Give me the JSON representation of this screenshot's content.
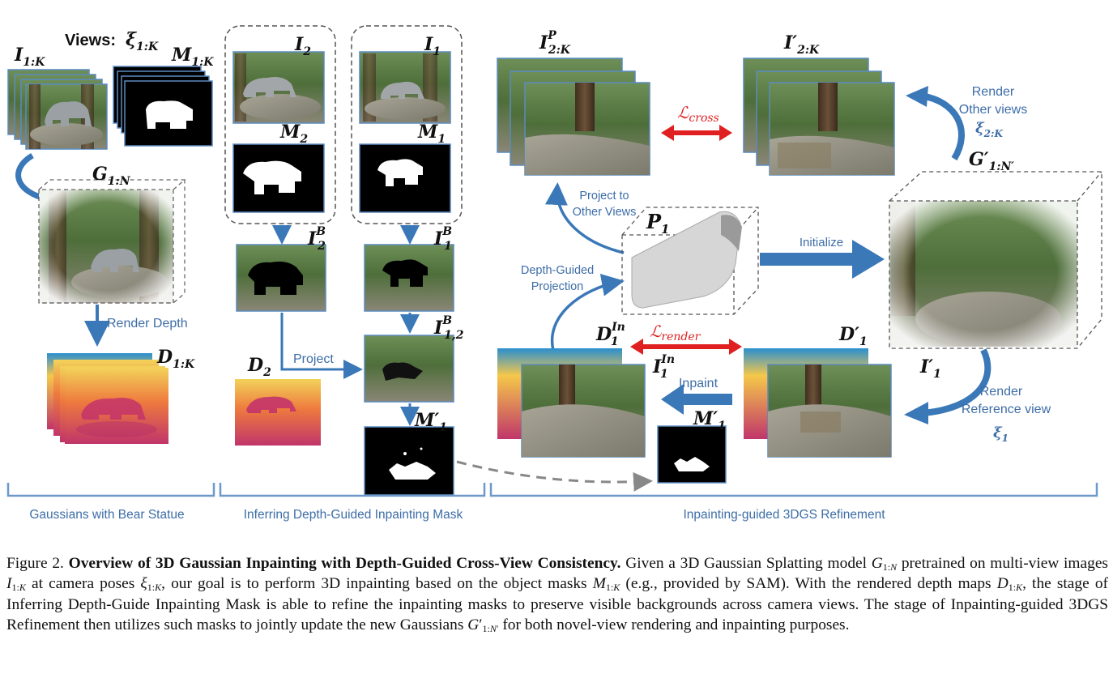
{
  "colors": {
    "blue": "#3a78b8",
    "label_blue": "#3d6da7",
    "bracket": "#6e98c9",
    "red": "#e02020",
    "dash": "#555555"
  },
  "icons": {
    "block_arrow": "blue-block-arrow-icon",
    "curved_arrow": "blue-curved-arrow-icon",
    "red_arrow": "red-double-arrow-icon",
    "dashed_arrow": "gray-dashed-arrow-icon"
  },
  "labels": {
    "views_prefix": "Views: ",
    "render_depth": "Render Depth",
    "project": "Project",
    "project_other_1": "Project to",
    "project_other_2": "Other Views",
    "initialize": "Initialize",
    "depth_guided_1": "Depth-Guided",
    "depth_guided_2": "Projection",
    "render_other_1": "Render",
    "render_other_2": "Other views",
    "inpaint": "Inpaint",
    "render_ref_1": "Render",
    "render_ref_2": "Reference view"
  },
  "sections": {
    "s1": "Gaussians with Bear Statue",
    "s2": "Inferring Depth-Guided Inpainting Mask",
    "s3": "Inpainting-guided 3DGS Refinement"
  },
  "caption": {
    "figure_label": "Figure 2.",
    "title": "Overview of 3D Gaussian Inpainting with Depth-Guided Cross-View Consistency.",
    "body_1": "Given a 3D Gaussian Splatting model",
    "body_2": "pretrained on multi-view images",
    "body_3": "at camera poses",
    "body_4": ", our goal is to perform 3D inpainting based on the object masks",
    "body_5": "(e.g., provided by SAM). With the rendered depth maps",
    "body_6": ", the stage of Inferring Depth-Guide Inpainting Mask is able to refine the inpainting masks to preserve visible backgrounds across camera views. The stage of Inpainting-guided 3DGS Refinement then utilizes such masks to jointly update the new Gaussians",
    "body_7": "for both novel-view rendering and inpainting purposes."
  }
}
